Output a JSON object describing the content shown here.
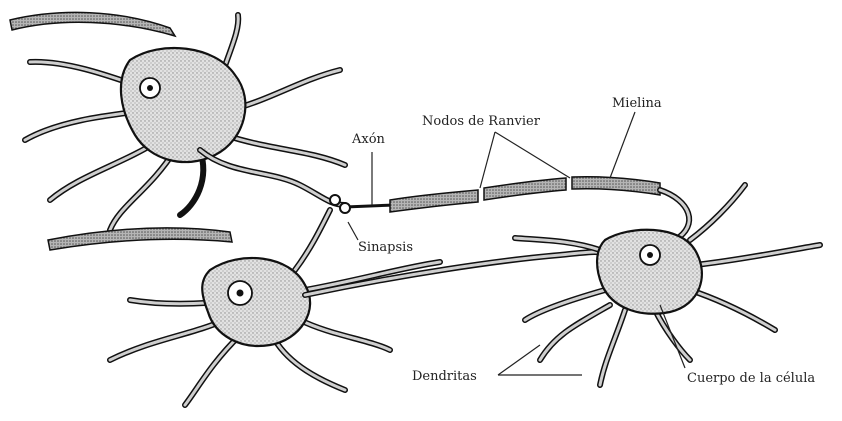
{
  "labels": {
    "axon": "Axón",
    "ranvier_nodes": "Nodos de Ranvier",
    "myelin": "Mielina",
    "synapse": "Sinapsis",
    "dendrites": "Dendritas",
    "cell_body": "Cuerpo de la célula"
  }
}
